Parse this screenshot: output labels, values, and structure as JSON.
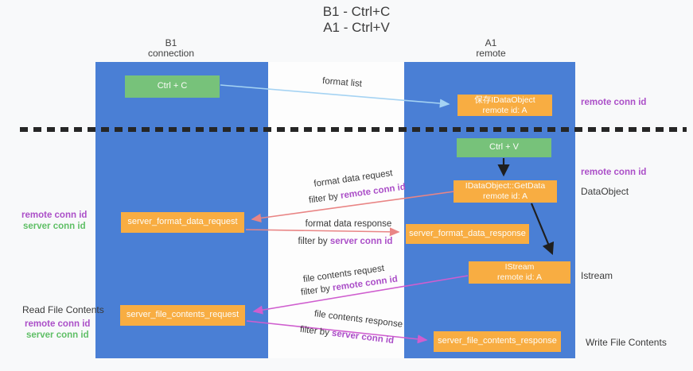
{
  "title": {
    "line1": "B1 - Ctrl+C",
    "line2": "A1 - Ctrl+V"
  },
  "lanes": {
    "left": {
      "name": "B1",
      "role": "connection"
    },
    "right": {
      "name": "A1",
      "role": "remote"
    }
  },
  "nodes": {
    "ctrl_c": {
      "label": "Ctrl + C"
    },
    "ctrl_v": {
      "label": "Ctrl + V"
    },
    "saved_idataobject": {
      "line1": "保存IDataObject",
      "line2": "remote id: A"
    },
    "idataobject_getdata": {
      "line1": "IDataObject::GetData",
      "line2": "remote id: A"
    },
    "istream": {
      "line1": "IStream",
      "line2": "remote id: A"
    },
    "server_format_data_request": {
      "label": "server_format_data_request"
    },
    "server_format_data_response": {
      "label": "server_format_data_response"
    },
    "server_file_contents_request": {
      "label": "server_file_contents_request"
    },
    "server_file_contents_response": {
      "label": "server_file_contents_response"
    }
  },
  "arrow_labels": {
    "format_list": "format list",
    "format_data_request": "format data request",
    "format_data_response": "format data response",
    "file_contents_request": "file contents request",
    "file_contents_response": "file contents response",
    "filter_by": "filter by ",
    "remote_conn_id": "remote conn id",
    "server_conn_id": "server conn id"
  },
  "side_labels": {
    "remote_conn_id_top_right": "remote conn id",
    "remote_conn_id_mid_right": "remote conn id",
    "dataobject": "DataObject",
    "istream": "Istream",
    "write_file_contents": "Write File Contents",
    "remote_conn_id_format_left": "remote conn id",
    "server_conn_id_format_left": "server conn id",
    "read_file_contents": "Read File Contents",
    "remote_conn_id_file_left": "remote conn id",
    "server_conn_id_file_left": "server conn id"
  },
  "colors": {
    "background": "#f8f9fa",
    "lane_blue": "#4a7fd5",
    "box_green": "#77c27a",
    "box_orange": "#f8ad42",
    "label_purple": "#ab4fc8",
    "label_green": "#5fbf66",
    "arrow_blue": "#a5d3f3",
    "arrow_red": "#e98585",
    "arrow_magenta": "#cf5ecf",
    "arrow_black": "#1f1f1f",
    "separator_black": "#262626"
  }
}
